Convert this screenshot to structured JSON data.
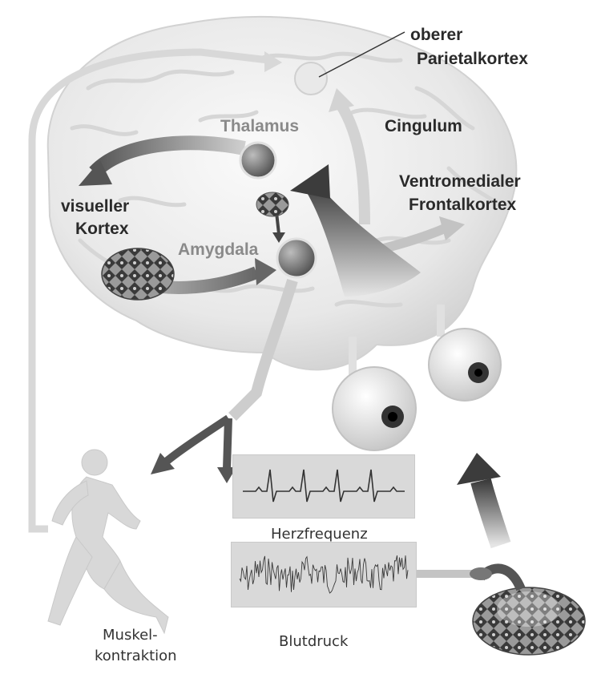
{
  "labels": {
    "parietal_line1": "oberer",
    "parietal_line2": "Parietalkortex",
    "thalamus": "Thalamus",
    "cingulum": "Cingulum",
    "ventromedial_line1": "Ventromedialer",
    "ventromedial_line2": "Frontalkortex",
    "visual_line1": "visueller",
    "visual_line2": "Kortex",
    "amygdala": "Amygdala",
    "heart_rate": "Herzfrequenz",
    "blood_pressure": "Blutdruck",
    "muscle_line1": "Muskel-",
    "muscle_line2": "kontraktion"
  },
  "icons": {
    "brain": "brain-icon",
    "eye": "eyeball-icon",
    "snake": "rattlesnake-icon",
    "runner": "running-person-icon",
    "ecg": "ecg-trace-icon",
    "bp": "blood-pressure-trace-icon"
  },
  "colors": {
    "brain_fill": "#ededed",
    "arrow_dark": "#4a4a4a",
    "arrow_mid": "#8c8c8c",
    "arrow_light": "#cfcfcf",
    "node": "#6e6e6e",
    "box_fill": "#d9d9d9"
  }
}
